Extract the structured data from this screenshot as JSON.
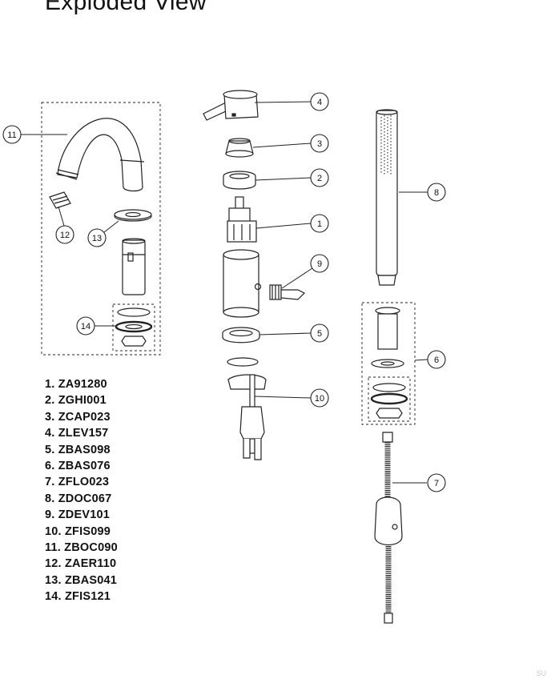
{
  "title": "Exploded View",
  "callouts": [
    "1",
    "2",
    "3",
    "4",
    "5",
    "6",
    "7",
    "8",
    "9",
    "10",
    "11",
    "12",
    "13",
    "14"
  ],
  "parts": [
    "1. ZA91280",
    "2. ZGHI001",
    "3. ZCAP023",
    "4. ZLEV157",
    "5. ZBAS098",
    "6. ZBAS076",
    "7. ZFLO023",
    "8. ZDOC067",
    "9. ZDEV101",
    "10. ZFIS099",
    "11. ZBOC090",
    "12. ZAER110",
    "13. ZBAS041",
    "14. ZFIS121"
  ],
  "watermark": "SU"
}
